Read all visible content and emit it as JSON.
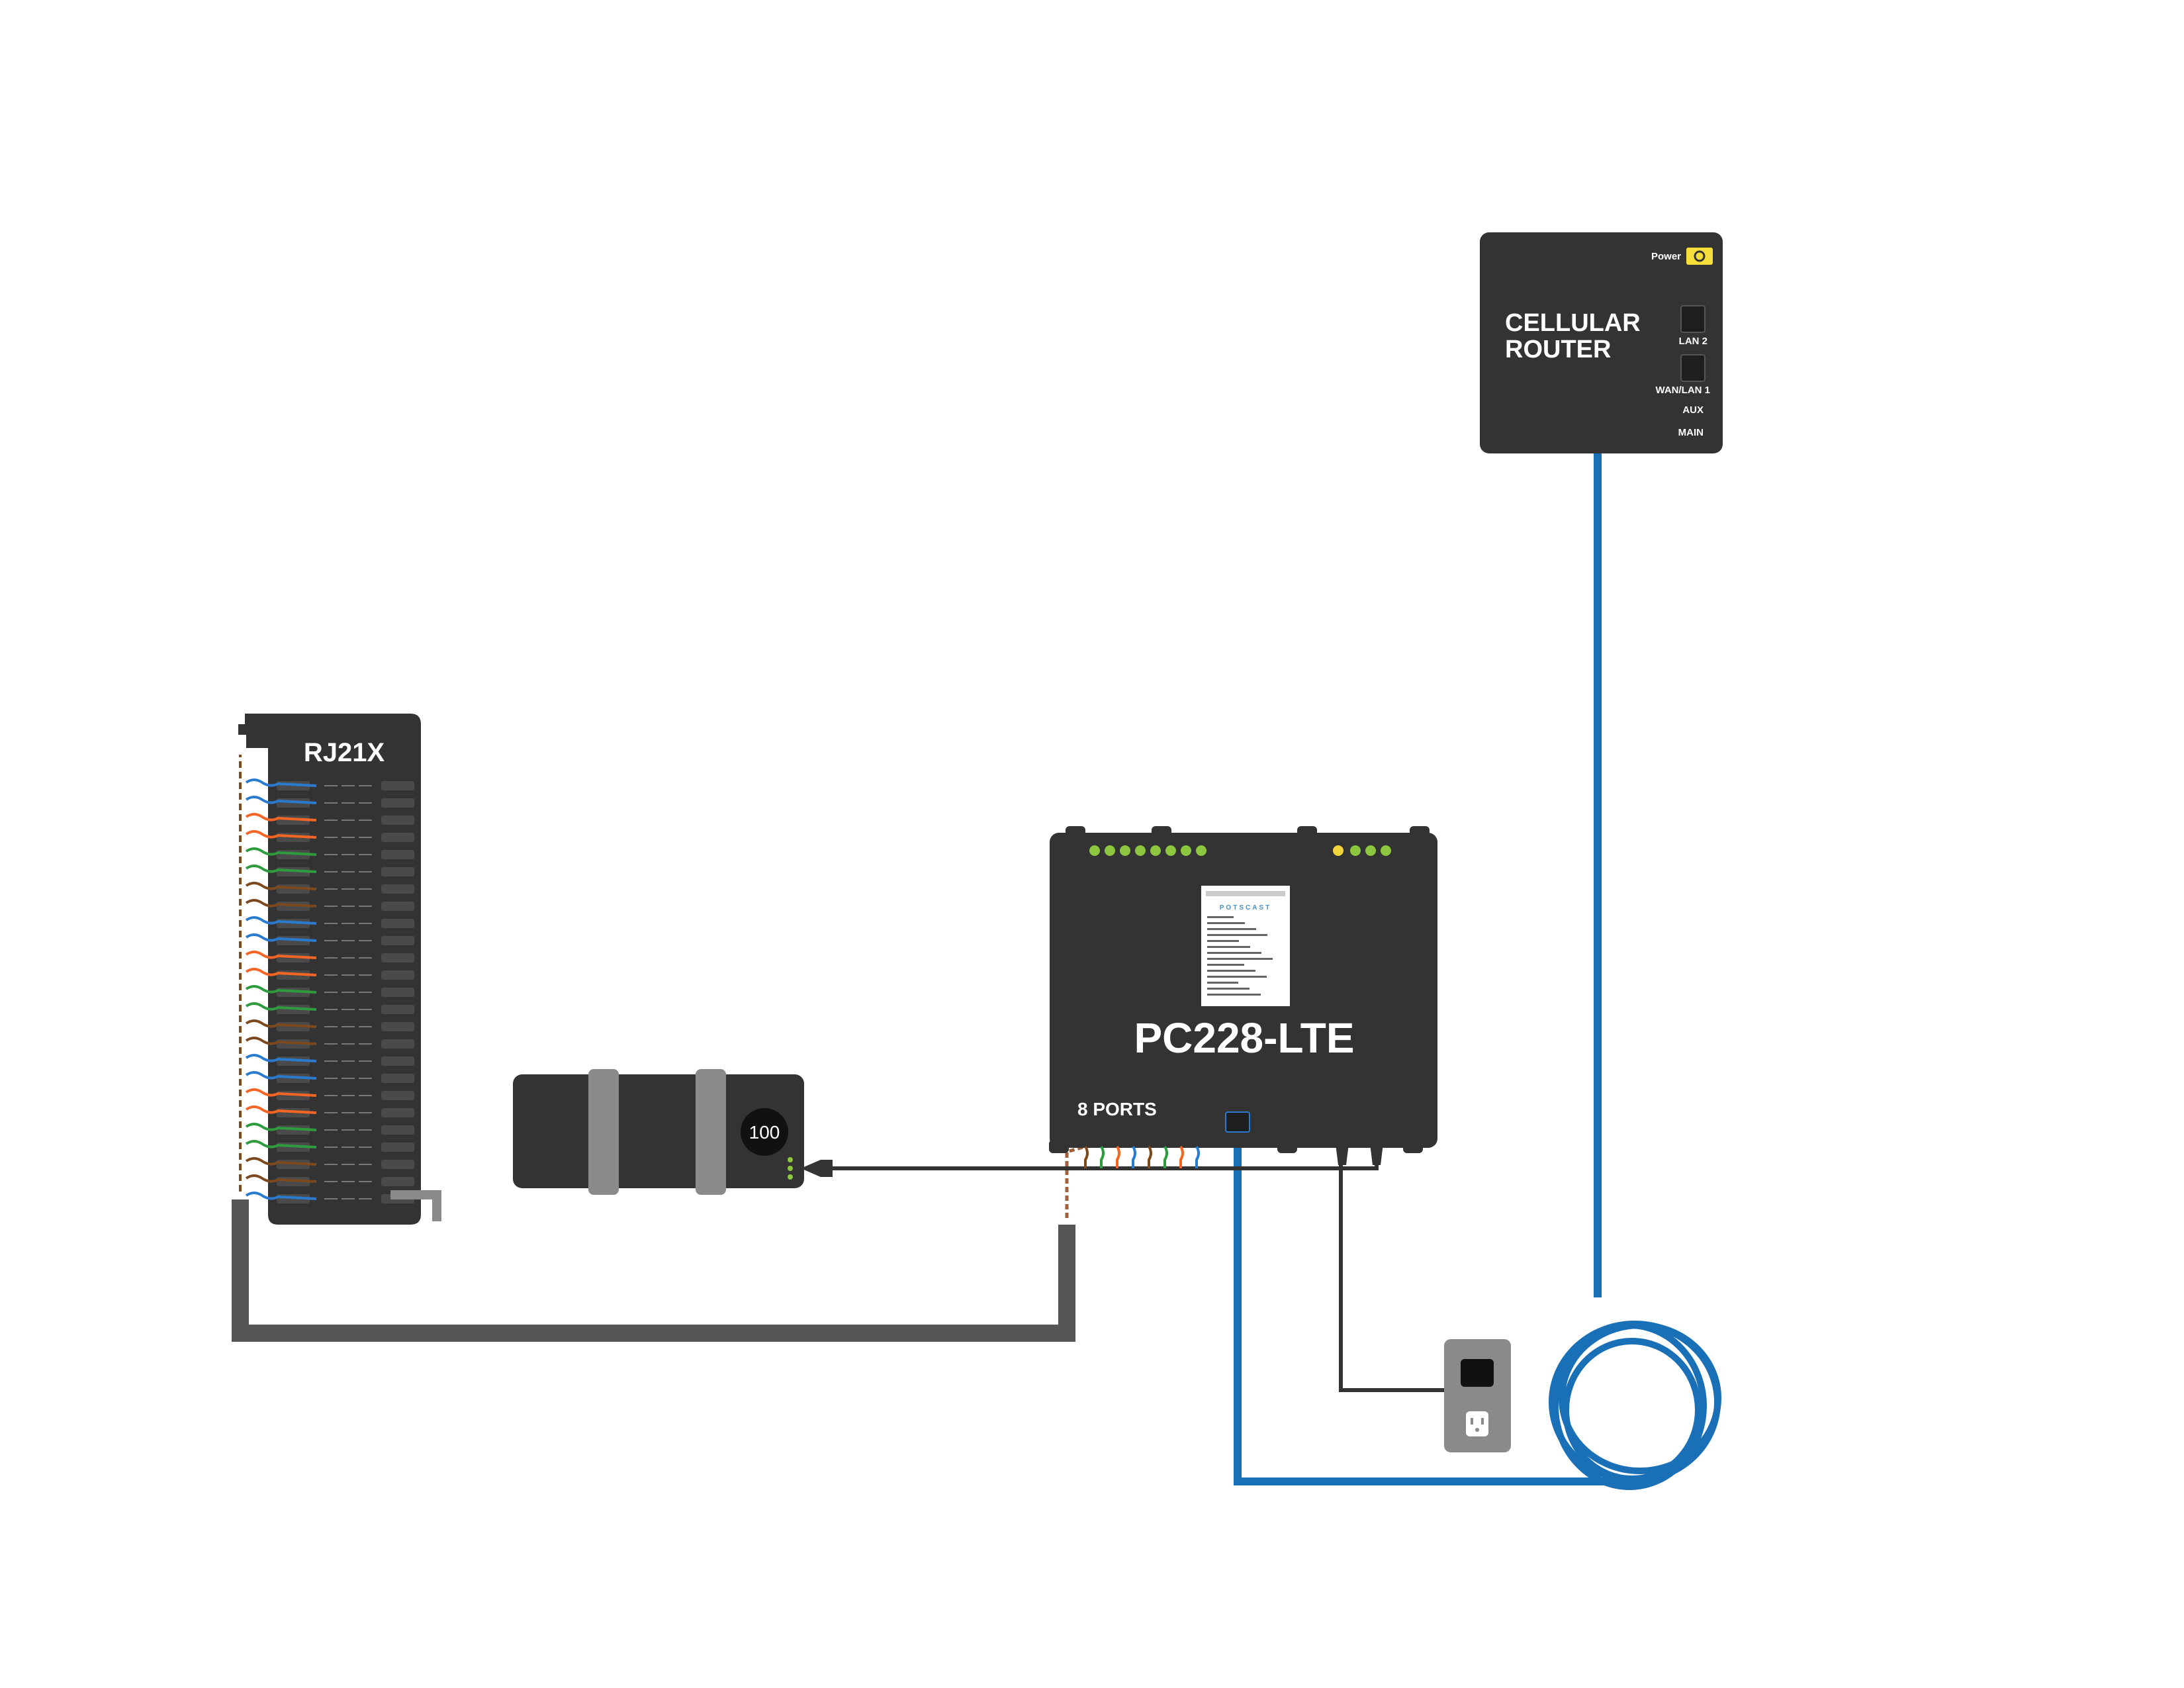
{
  "router": {
    "title_line1": "CELLULAR",
    "title_line2": "ROUTER",
    "power_label": "Power",
    "lan2_label": "LAN 2",
    "wan_label": "WAN/LAN 1",
    "aux_label": "AUX",
    "main_label": "MAIN"
  },
  "rj21x": {
    "title": "RJ21X"
  },
  "ups": {
    "badge": "100"
  },
  "pc228": {
    "title": "PC228-LTE",
    "ports_label": "8 PORTS",
    "screen_brand": "POTSCAST"
  },
  "colors": {
    "device_body": "#333333",
    "ethernet_cable": "#1a70b7",
    "led_green": "#8dc63f",
    "led_yellow": "#f2d43c",
    "power_button": "#f6de3a",
    "outlet": "#8a8a8a",
    "conduit": "#555555",
    "wire_blue": "#2a7bd0",
    "wire_orange": "#f26522",
    "wire_green": "#2e9b3e",
    "wire_brown": "#7a4a1e"
  },
  "icons": [
    "power-icon",
    "ethernet-port-icon",
    "wall-outlet-icon",
    "cable-coil-icon"
  ]
}
